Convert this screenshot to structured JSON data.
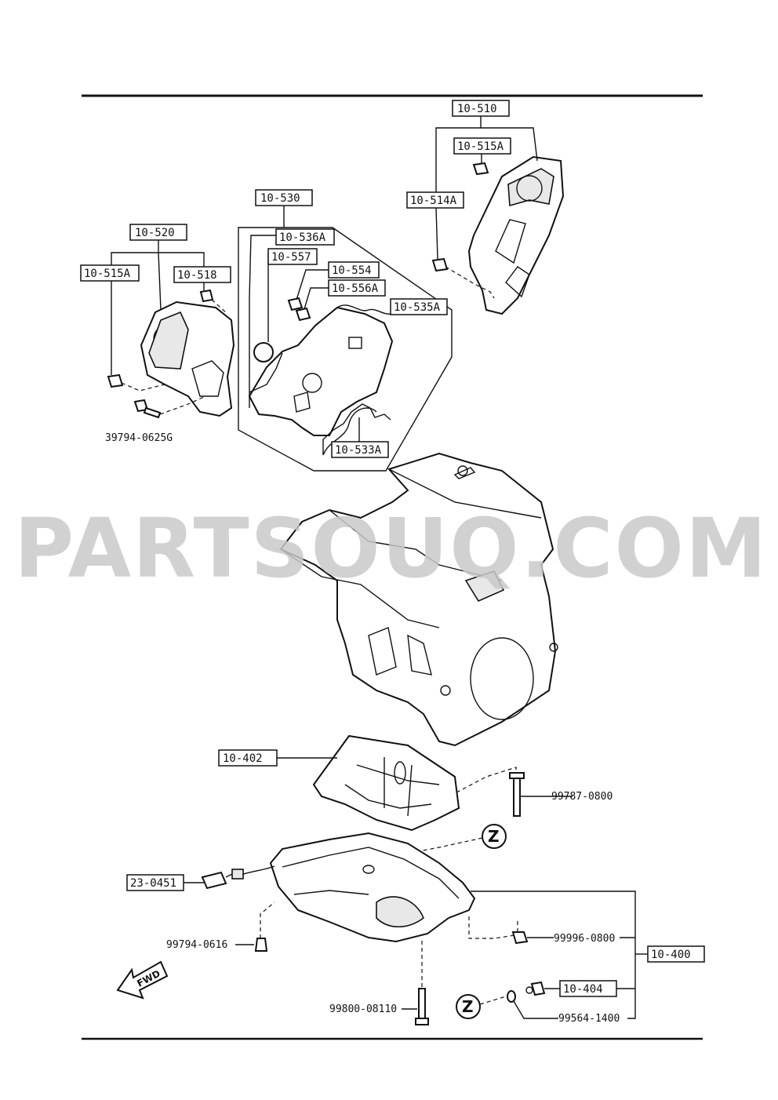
{
  "watermark": "PARTSOUQ.COM",
  "fwd_label": "FWD",
  "z_marker": "Z",
  "labels": {
    "l_10_510": "10-510",
    "l_10_515A_r": "10-515A",
    "l_10_514A": "10-514A",
    "l_10_530": "10-530",
    "l_10_520": "10-520",
    "l_10_536A": "10-536A",
    "l_10_557": "10-557",
    "l_10_554": "10-554",
    "l_10_556A": "10-556A",
    "l_10_535A": "10-535A",
    "l_10_515A_l": "10-515A",
    "l_10_518": "10-518",
    "l_39794_0625G": "39794-0625G",
    "l_10_533A": "10-533A",
    "l_10_402": "10-402",
    "l_99787_0800": "99787-0800",
    "l_23_0451": "23-0451",
    "l_99794_0616": "99794-0616",
    "l_99996_0800": "99996-0800",
    "l_10_400": "10-400",
    "l_10_404": "10-404",
    "l_99800_08110": "99800-08110",
    "l_99564_1400": "99564-1400"
  }
}
